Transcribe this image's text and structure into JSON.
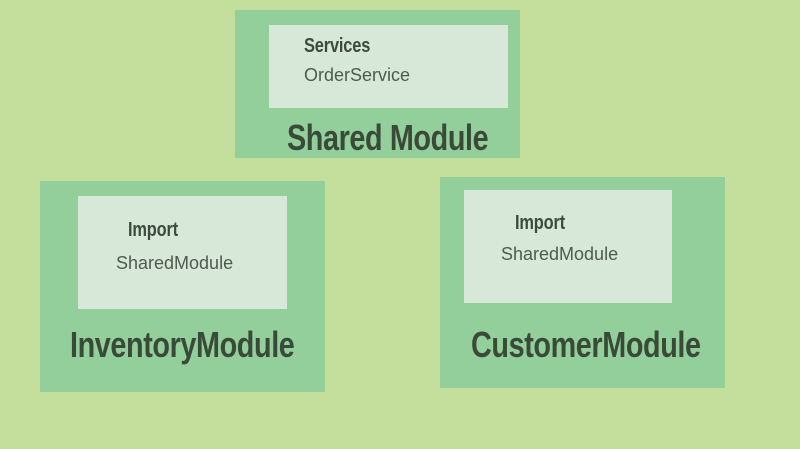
{
  "modules": {
    "shared": {
      "inner_heading": "Services",
      "inner_value": "OrderService",
      "title": "Shared Module"
    },
    "inventory": {
      "inner_heading": "Import",
      "inner_value": "SharedModule",
      "title": "InventoryModule"
    },
    "customer": {
      "inner_heading": "Import",
      "inner_value": "SharedModule",
      "title": "CustomerModule"
    }
  },
  "colors": {
    "background": "#c4df9b",
    "module_box": "#93cf9b",
    "inner_box": "#d8e8d8",
    "title_text": "#3a4a38"
  }
}
